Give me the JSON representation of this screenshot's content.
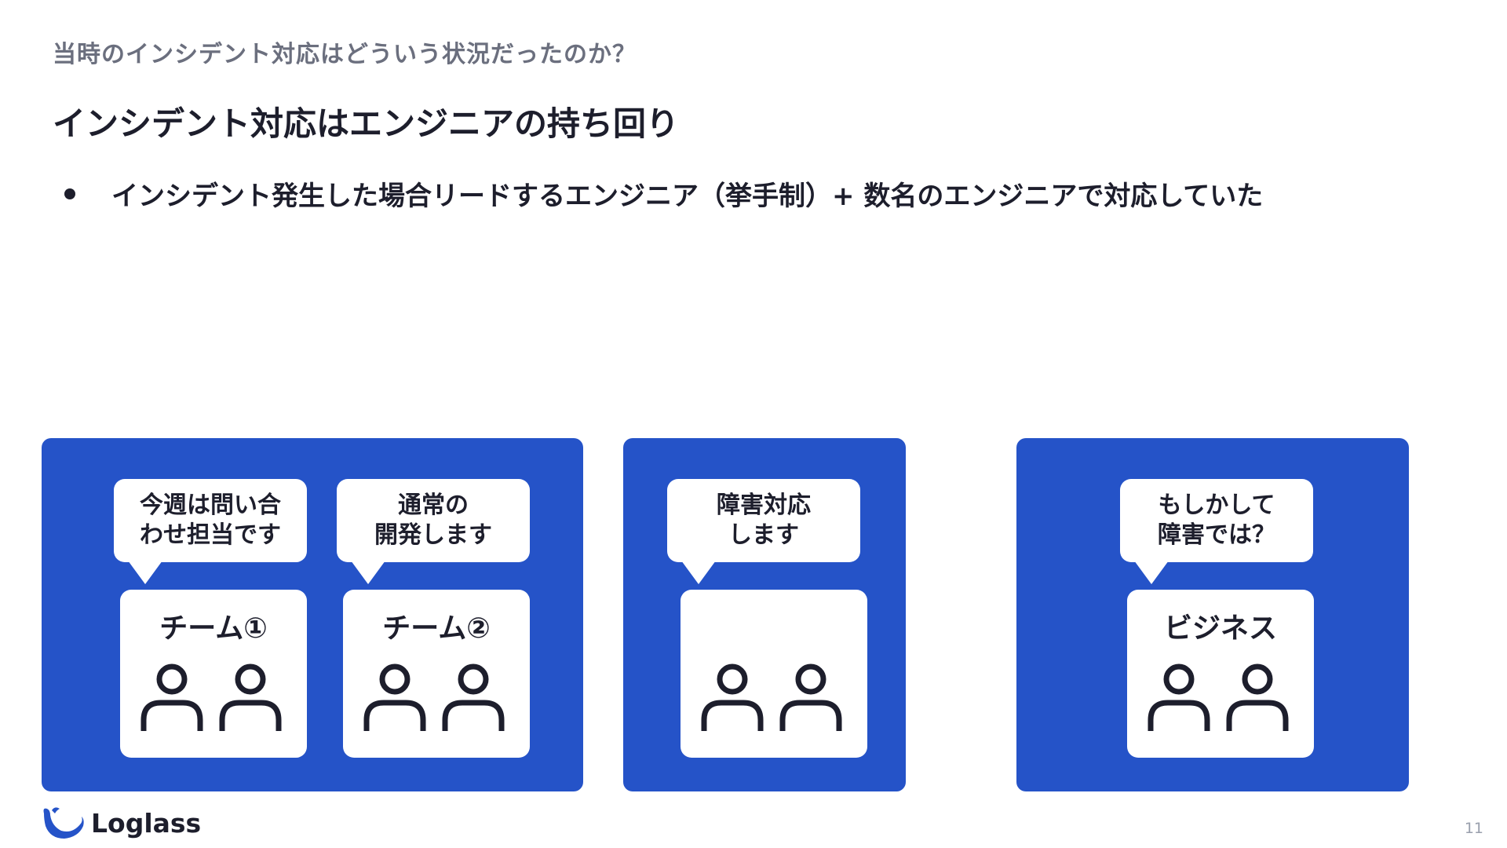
{
  "slide": {
    "subtitle": "当時のインシデント対応はどういう状況だったのか？",
    "title": "インシデント対応はエンジニアの持ち回り",
    "bullet": "インシデント発生した場合リードするエンジニア（挙手制）+ 数名のエンジニアで対応していた",
    "page_number": "11"
  },
  "panels": {
    "dev": {
      "team1": {
        "bubble_line1": "今週は問い合",
        "bubble_line2": "わせ担当です",
        "label": "チーム①"
      },
      "team2": {
        "bubble_line1": "通常の",
        "bubble_line2": "開発します",
        "label": "チーム②"
      }
    },
    "incident": {
      "bubble_line1": "障害対応",
      "bubble_line2": "します",
      "label": ""
    },
    "business": {
      "bubble_line1": "もしかして",
      "bubble_line2": "障害では？",
      "label": "ビジネス"
    }
  },
  "logo": {
    "text": "Loglass"
  },
  "icons": {
    "person": "person-icon",
    "logo": "whale-logo-icon"
  },
  "colors": {
    "panel_blue": "#2553c8",
    "text_dark": "#1d1e2c",
    "subtitle_gray": "#6b6f7e"
  }
}
